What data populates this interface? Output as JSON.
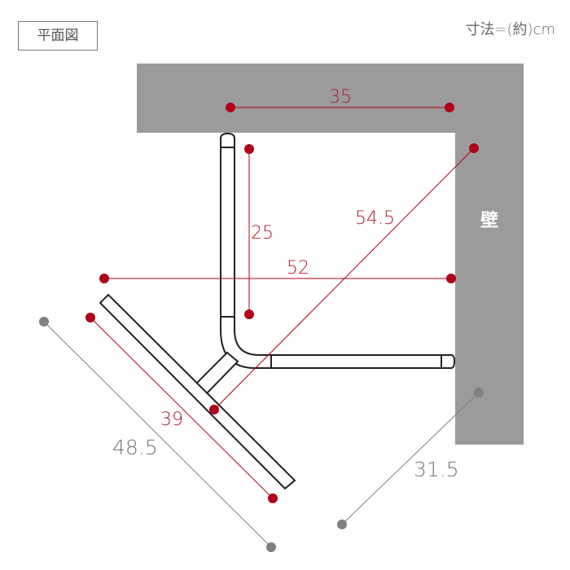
{
  "title": "平面図",
  "unit_note": "寸法=(約)cm",
  "wall_label": "壁",
  "dimensions": {
    "d35": "35",
    "d25": "25",
    "d54_5": "54.5",
    "d52": "52",
    "d39": "39",
    "d48_5": "48.5",
    "d31_5": "31.5"
  },
  "colors": {
    "wall": "#9b9b9b",
    "dimension_red": "#b0001a",
    "dimension_gray": "#808080"
  }
}
